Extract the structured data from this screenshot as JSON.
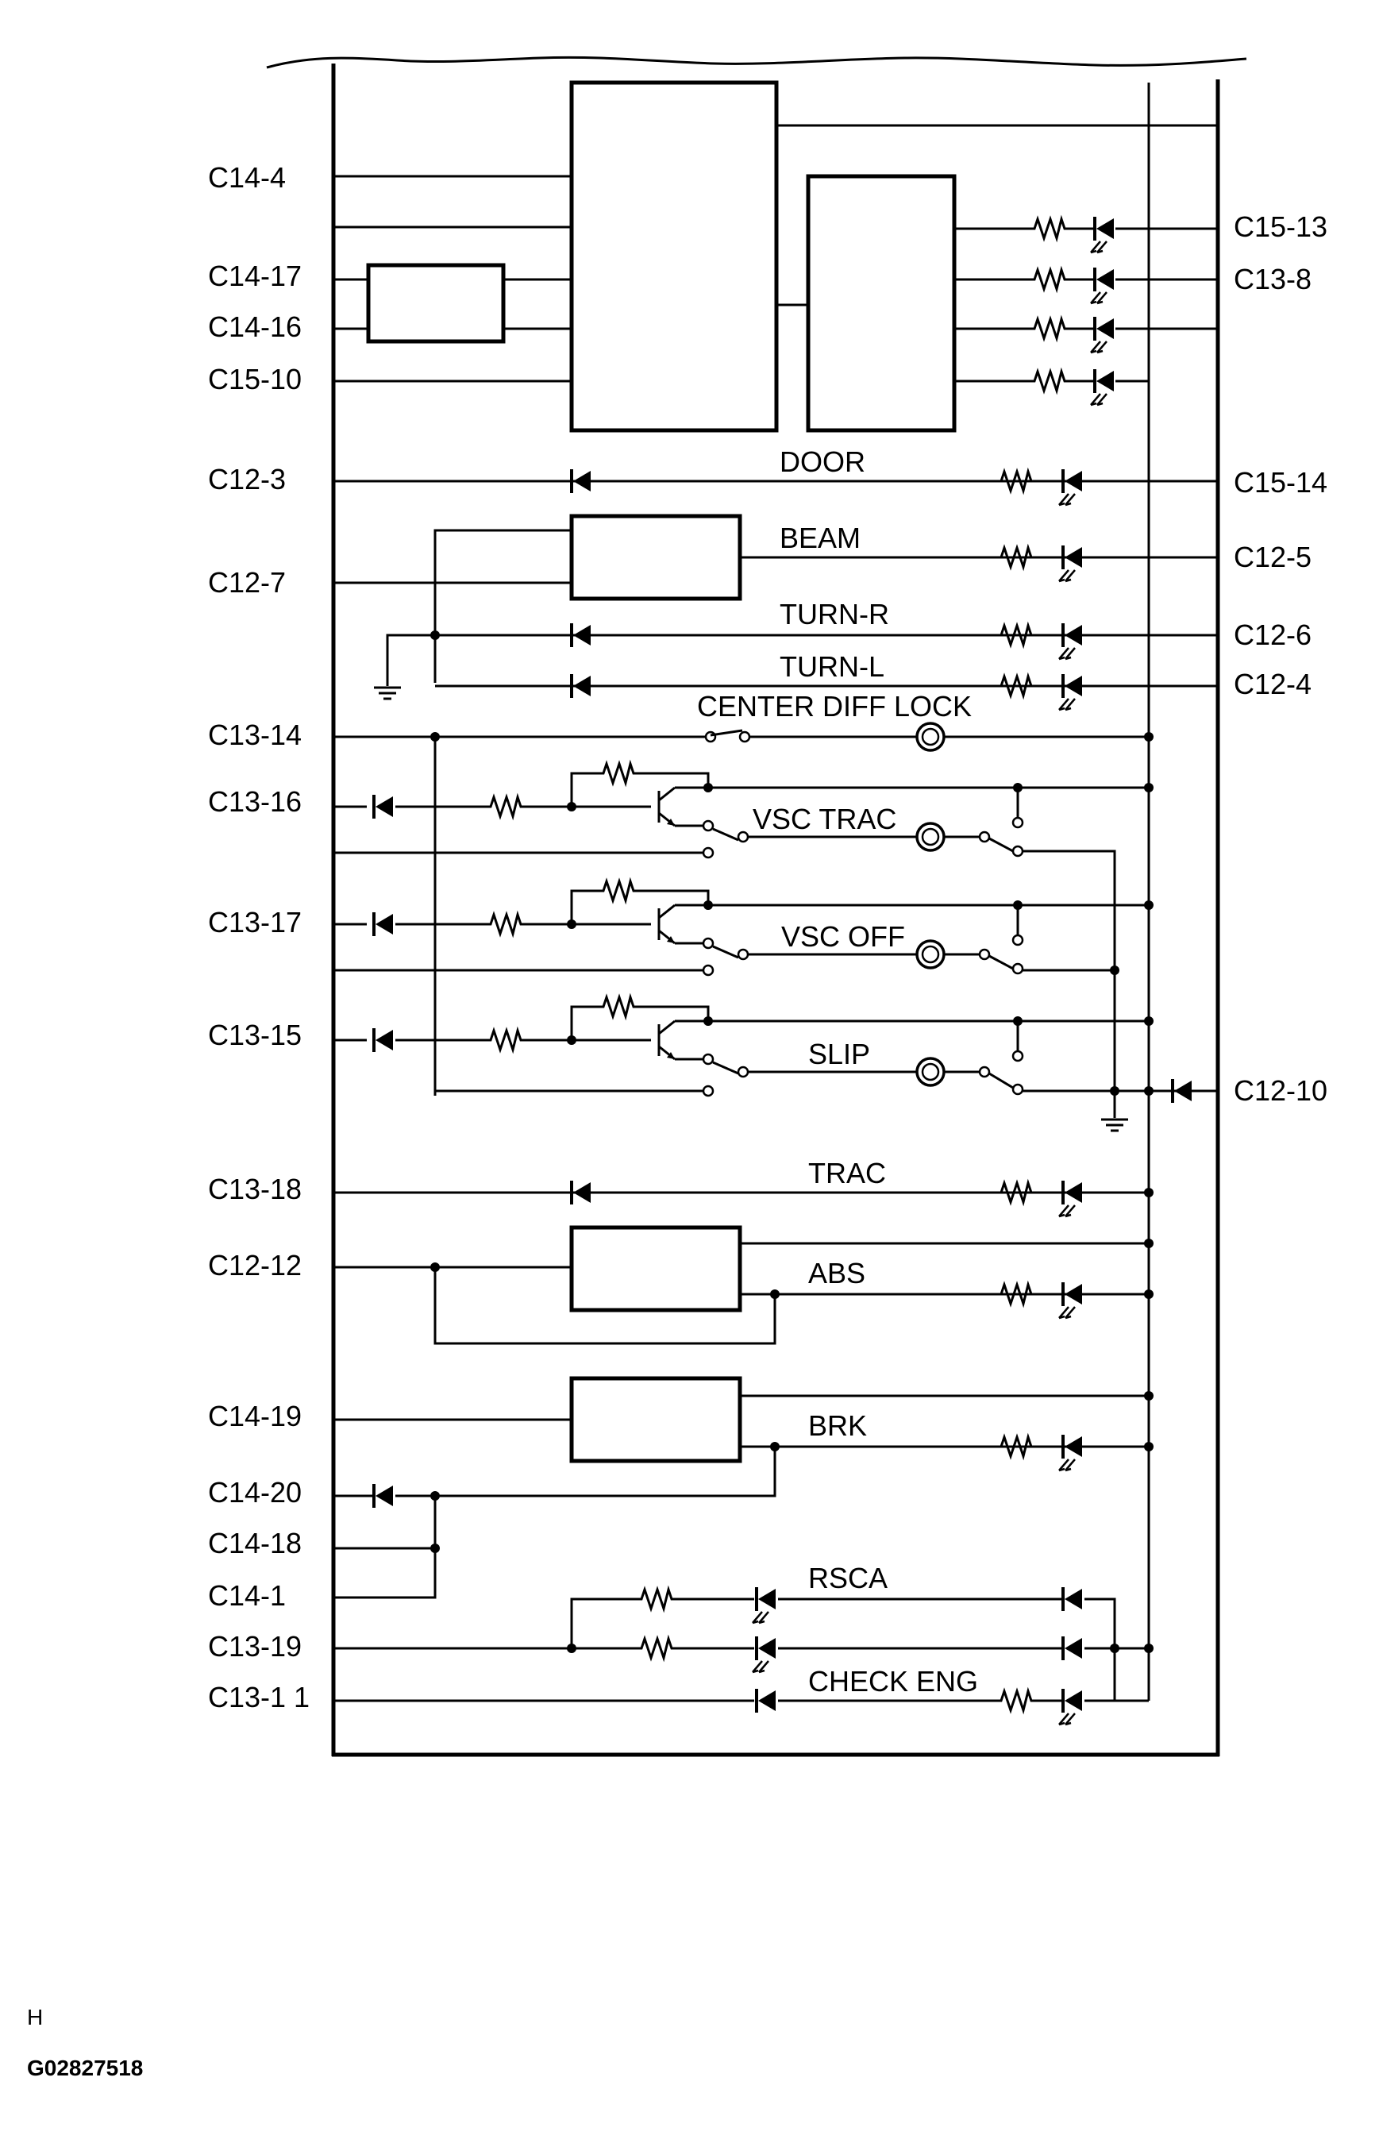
{
  "left_pins": {
    "c14_4": "C14-4",
    "c14_17": "C14-17",
    "c14_16": "C14-16",
    "c15_10": "C15-10",
    "c12_3": "C12-3",
    "c12_7": "C12-7",
    "c13_14": "C13-14",
    "c13_16": "C13-16",
    "c13_17": "C13-17",
    "c13_15": "C13-15",
    "c13_18": "C13-18",
    "c12_12": "C12-12",
    "c14_19": "C14-19",
    "c14_20": "C14-20",
    "c14_18": "C14-18",
    "c14_1": "C14-1",
    "c13_19": "C13-19",
    "c13_11": "C13-1 1"
  },
  "right_pins": {
    "c15_13": "C15-13",
    "c13_8": "C13-8",
    "c15_14": "C15-14",
    "c12_5": "C12-5",
    "c12_6": "C12-6",
    "c12_4": "C12-4",
    "c12_10": "C12-10"
  },
  "circuits": {
    "door": "DOOR",
    "beam": "BEAM",
    "turn_r": "TURN-R",
    "turn_l": "TURN-L",
    "center_diff_lock": "CENTER DIFF LOCK",
    "vsc_trac": "VSC TRAC",
    "vsc_off": "VSC OFF",
    "slip": "SLIP",
    "trac": "TRAC",
    "abs": "ABS",
    "brk": "BRK",
    "rsca": "RSCA",
    "check_eng": "CHECK ENG"
  },
  "footer": {
    "h": "H",
    "code": "G02827518"
  }
}
